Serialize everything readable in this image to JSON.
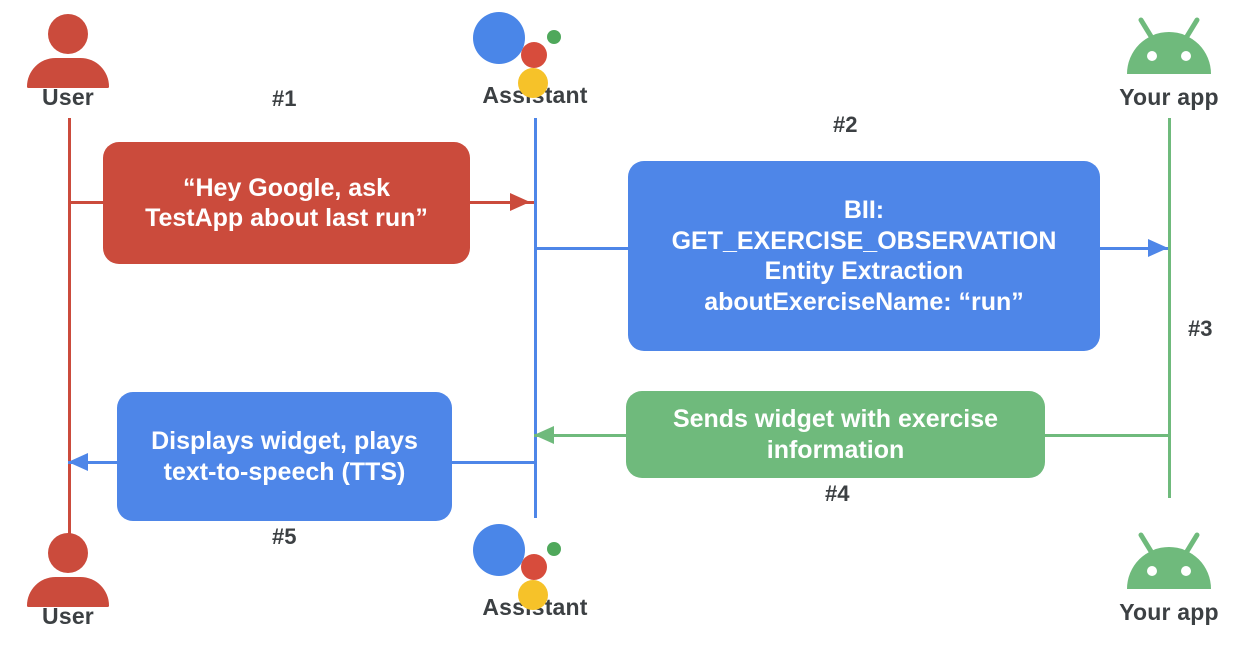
{
  "diagram": {
    "title": "Assistant App Actions sequence diagram",
    "background": "#ffffff",
    "colors": {
      "red": "#CB4B3C",
      "blue": "#4E86E8",
      "green": "#6FBA7C",
      "assistant_blue": "#4A86E8",
      "assistant_red": "#D74C3C",
      "assistant_green": "#4FA85B",
      "assistant_yellow": "#F6C229",
      "android_green": "#6FBA7C",
      "text_dark": "#3c4043"
    }
  },
  "actors": {
    "user_top": {
      "label": "User",
      "icon": "user-icon"
    },
    "assistant_top": {
      "label": "Assistant",
      "icon": "google-assistant-icon"
    },
    "app_top": {
      "label": "Your app",
      "icon": "android-icon"
    },
    "user_bottom": {
      "label": "User",
      "icon": "user-icon"
    },
    "assistant_bottom": {
      "label": "Assistant",
      "icon": "google-assistant-icon"
    },
    "app_bottom": {
      "label": "Your app",
      "icon": "android-icon"
    }
  },
  "steps": {
    "s1": "#1",
    "s2": "#2",
    "s3": "#3",
    "s4": "#4",
    "s5": "#5"
  },
  "messages": {
    "m1": {
      "step": "#1",
      "from": "User",
      "to": "Assistant",
      "color": "#CB4B3C",
      "lines": [
        "“Hey Google, ask",
        "TestApp about last run”"
      ]
    },
    "m2": {
      "step": "#2",
      "from": "Assistant",
      "to": "Your app",
      "color": "#4E86E8",
      "lines": [
        "BII:",
        "GET_EXERCISE_OBSERVATION",
        "Entity Extraction",
        "aboutExerciseName: “run”"
      ]
    },
    "m3": {
      "step": "#3",
      "from": "Assistant",
      "to": "Your app",
      "color": "#4E86E8",
      "lines": []
    },
    "m4": {
      "step": "#4",
      "from": "Your app",
      "to": "Assistant",
      "color": "#6FBA7C",
      "lines": [
        "Sends widget with exercise",
        "information"
      ]
    },
    "m5": {
      "step": "#5",
      "from": "Assistant",
      "to": "User",
      "color": "#4E86E8",
      "lines": [
        "Displays widget, plays",
        "text-to-speech (TTS)"
      ]
    }
  }
}
